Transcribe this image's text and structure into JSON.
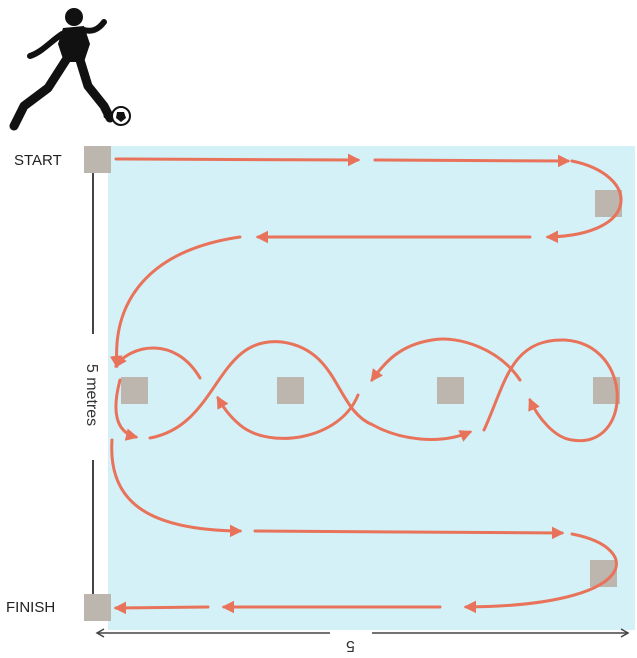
{
  "labels": {
    "start": "START",
    "finish": "FINISH",
    "height": "5 metres",
    "width": "5"
  },
  "colors": {
    "field": "#d3f1f7",
    "arrow": "#e8735a",
    "marker": "#bcb6ae",
    "line": "#333333"
  },
  "icons": {
    "player": "soccer-player-kicking-ball-icon"
  }
}
